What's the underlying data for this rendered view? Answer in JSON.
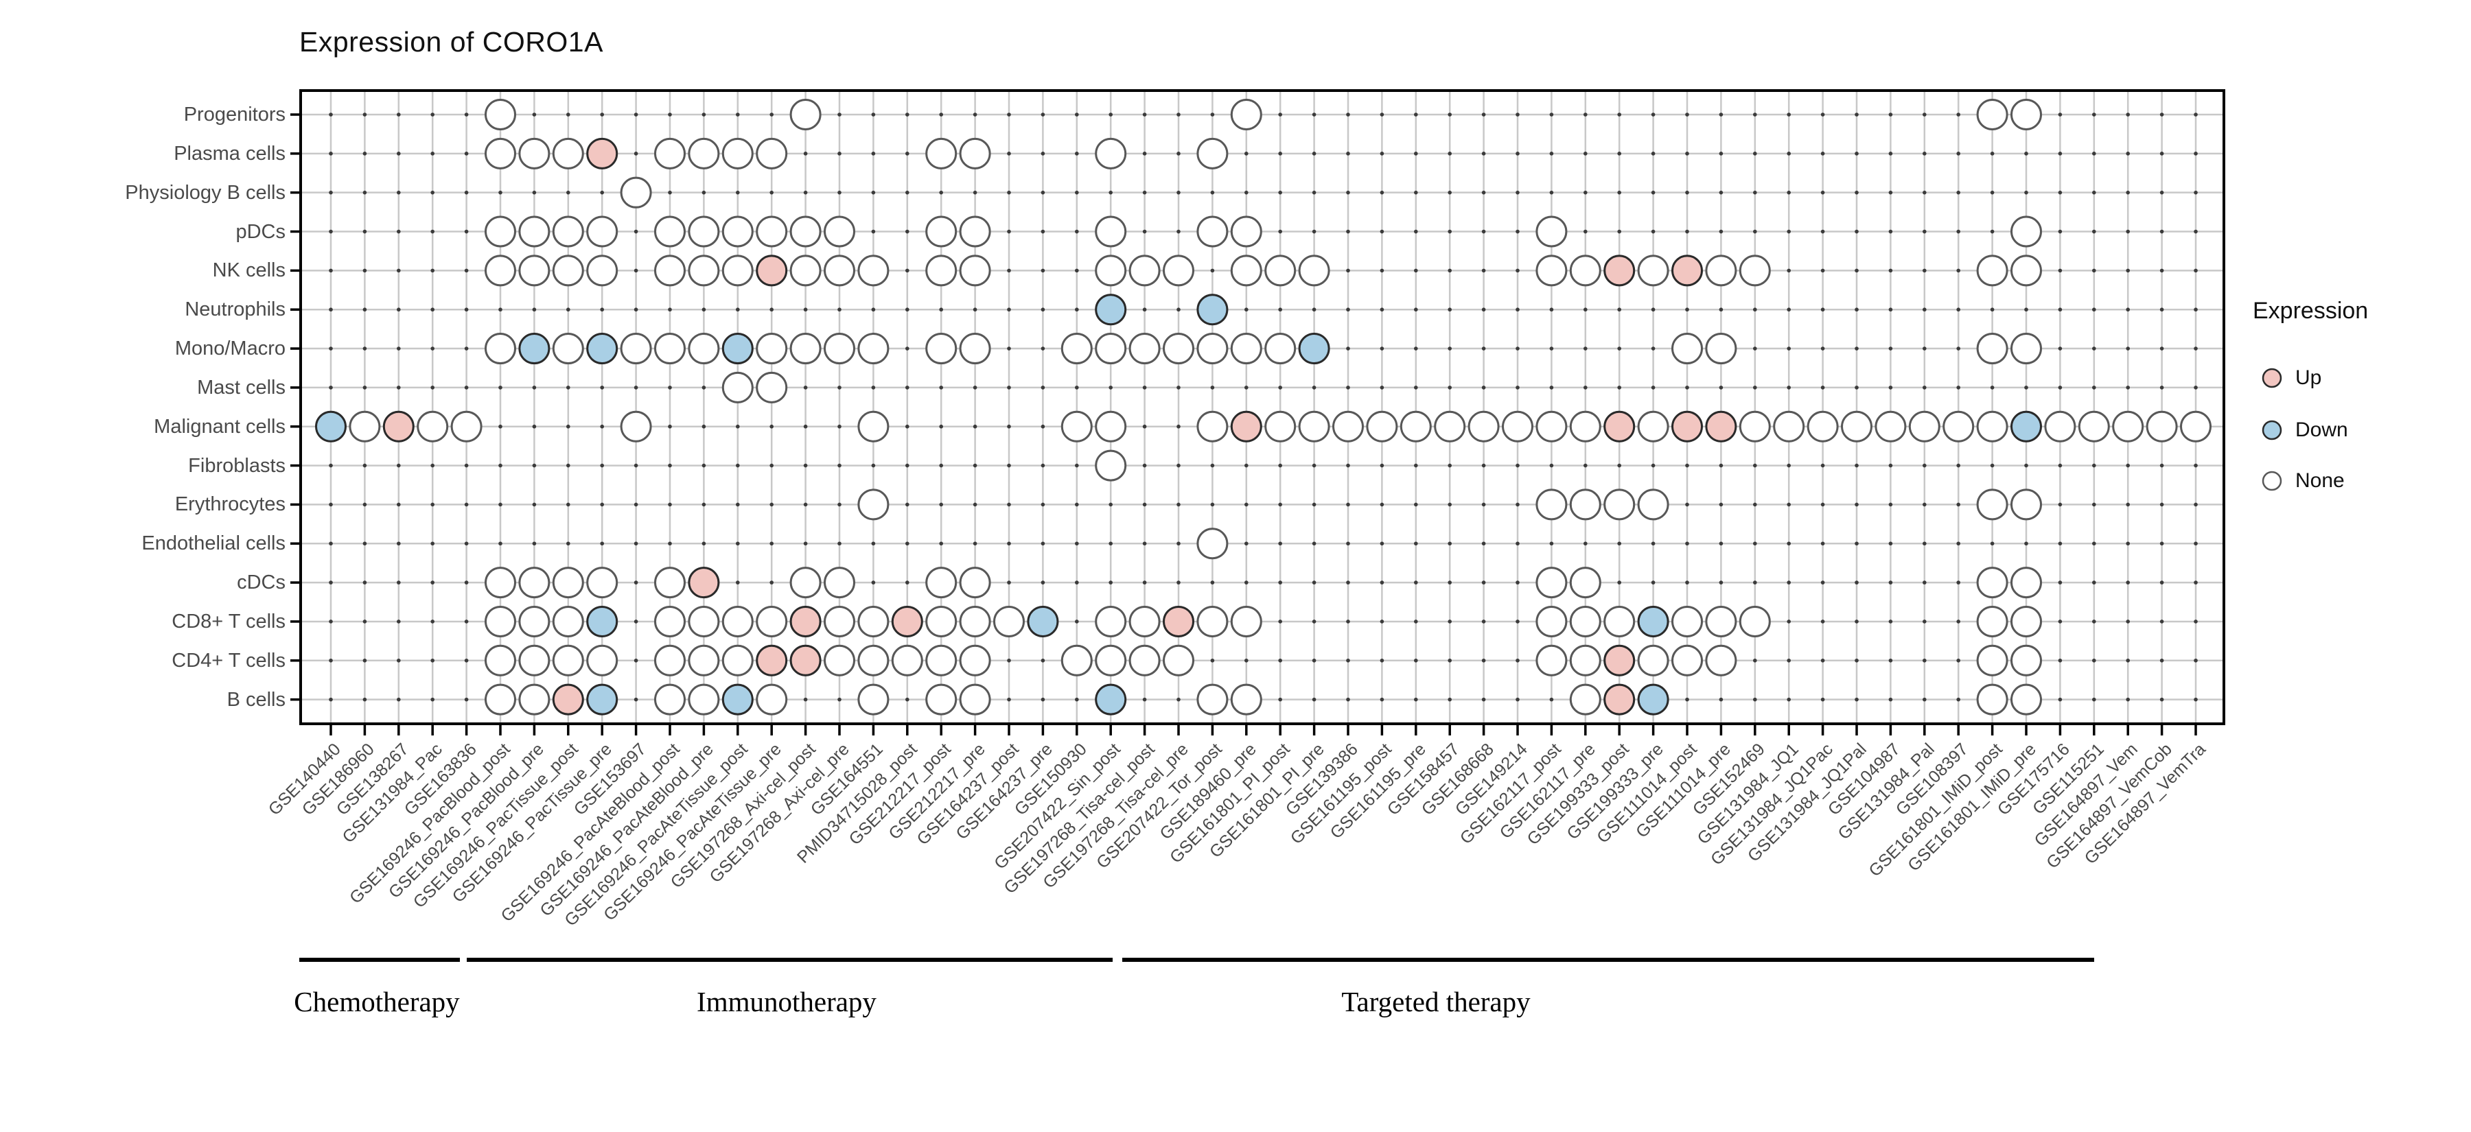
{
  "chart_data": {
    "type": "heatmap",
    "title": "Expression of CORO1A",
    "legend": {
      "title": "Expression",
      "items": [
        {
          "label": "Up",
          "color": "#F2C6C1"
        },
        {
          "label": "Down",
          "color": "#A9CFE5"
        },
        {
          "label": "None",
          "color": "#FFFFFF"
        }
      ]
    },
    "rows": [
      "Progenitors",
      "Plasma cells",
      "Physiology B cells",
      "pDCs",
      "NK cells",
      "Neutrophils",
      "Mono/Macro",
      "Mast cells",
      "Malignant cells",
      "Fibroblasts",
      "Erythrocytes",
      "Endothelial cells",
      "cDCs",
      "CD8+ T cells",
      "CD4+ T cells",
      "B cells"
    ],
    "cols": [
      "GSE140440",
      "GSE186960",
      "GSE138267",
      "GSE131984_Pac",
      "GSE163836",
      "GSE169246_PacBlood_post",
      "GSE169246_PacBlood_pre",
      "GSE169246_PacTissue_post",
      "GSE169246_PacTissue_pre",
      "GSE153697",
      "GSE169246_PacAteBlood_post",
      "GSE169246_PacAteBlood_pre",
      "GSE169246_PacAteTissue_post",
      "GSE169246_PacAteTissue_pre",
      "GSE197268_Axi-cel_post",
      "GSE197268_Axi-cel_pre",
      "GSE164551",
      "PMID34715028_post",
      "GSE212217_post",
      "GSE212217_pre",
      "GSE164237_post",
      "GSE164237_pre",
      "GSE150930",
      "GSE207422_Sin_post",
      "GSE197268_Tisa-cel_post",
      "GSE197268_Tisa-cel_pre",
      "GSE207422_Tor_post",
      "GSE189460_pre",
      "GSE161801_PI_post",
      "GSE161801_PI_pre",
      "GSE139386",
      "GSE161195_post",
      "GSE161195_pre",
      "GSE158457",
      "GSE168668",
      "GSE149214",
      "GSE162117_post",
      "GSE162117_pre",
      "GSE199333_post",
      "GSE199333_pre",
      "GSE111014_post",
      "GSE111014_pre",
      "GSE152469",
      "GSE131984_JQ1",
      "GSE131984_JQ1Pac",
      "GSE131984_JQ1Pal",
      "GSE104987",
      "GSE131984_Pal",
      "GSE108397",
      "GSE161801_IMiD_post",
      "GSE161801_IMiD_pre",
      "GSE175716",
      "GSE115251",
      "GSE164897_Vem",
      "GSE164897_VemCob",
      "GSE164897_VemTra"
    ],
    "cells": [
      {
        "row": "Progenitors",
        "open": [
          6,
          15,
          28,
          50,
          51
        ],
        "up": [],
        "down": []
      },
      {
        "row": "Plasma cells",
        "open": [
          6,
          7,
          8,
          11,
          12,
          13,
          14,
          19,
          20,
          24,
          27
        ],
        "up": [
          9
        ],
        "down": []
      },
      {
        "row": "Physiology B cells",
        "open": [
          10
        ],
        "up": [],
        "down": []
      },
      {
        "row": "pDCs",
        "open": [
          6,
          7,
          8,
          9,
          11,
          12,
          13,
          14,
          15,
          16,
          19,
          20,
          24,
          27,
          28,
          37,
          51
        ],
        "up": [],
        "down": []
      },
      {
        "row": "NK cells",
        "open": [
          6,
          7,
          8,
          9,
          11,
          12,
          13,
          15,
          16,
          17,
          19,
          20,
          24,
          25,
          26,
          28,
          29,
          30,
          37,
          38,
          40,
          42,
          43,
          50,
          51
        ],
        "up": [
          14,
          39,
          41
        ],
        "down": []
      },
      {
        "row": "Neutrophils",
        "open": [],
        "up": [],
        "down": [
          24,
          27
        ]
      },
      {
        "row": "Mono/Macro",
        "open": [
          6,
          8,
          10,
          11,
          12,
          14,
          15,
          16,
          17,
          19,
          20,
          23,
          24,
          25,
          26,
          27,
          28,
          29,
          41,
          42,
          50,
          51
        ],
        "up": [],
        "down": [
          7,
          9,
          13,
          30
        ]
      },
      {
        "row": "Mast cells",
        "open": [
          13,
          14
        ],
        "up": [],
        "down": []
      },
      {
        "row": "Malignant cells",
        "open": [
          2,
          4,
          5,
          10,
          17,
          23,
          24,
          27,
          29,
          30,
          31,
          32,
          33,
          34,
          35,
          36,
          37,
          38,
          40,
          43,
          44,
          45,
          46,
          47,
          48,
          49,
          50,
          52,
          53,
          54,
          55,
          56
        ],
        "up": [
          3,
          28,
          39,
          41,
          42
        ],
        "down": [
          1,
          51
        ]
      },
      {
        "row": "Fibroblasts",
        "open": [
          24
        ],
        "up": [],
        "down": []
      },
      {
        "row": "Erythrocytes",
        "open": [
          17,
          37,
          38,
          39,
          40,
          50,
          51
        ],
        "up": [],
        "down": []
      },
      {
        "row": "Endothelial cells",
        "open": [
          27
        ],
        "up": [],
        "down": []
      },
      {
        "row": "cDCs",
        "open": [
          6,
          7,
          8,
          9,
          11,
          15,
          16,
          19,
          20,
          37,
          38,
          50,
          51
        ],
        "up": [
          12
        ],
        "down": []
      },
      {
        "row": "CD8+ T cells",
        "open": [
          6,
          7,
          8,
          11,
          12,
          13,
          14,
          16,
          17,
          19,
          20,
          21,
          24,
          25,
          27,
          28,
          37,
          38,
          39,
          41,
          42,
          43,
          50,
          51
        ],
        "up": [
          15,
          18,
          26
        ],
        "down": [
          9,
          22,
          40
        ]
      },
      {
        "row": "CD4+ T cells",
        "open": [
          6,
          7,
          8,
          9,
          11,
          12,
          13,
          16,
          17,
          18,
          19,
          20,
          23,
          24,
          25,
          26,
          37,
          38,
          40,
          41,
          42,
          50,
          51
        ],
        "up": [
          14,
          15,
          39
        ],
        " down": [],
        "down": []
      },
      {
        "row": "B cells",
        "open": [
          6,
          7,
          11,
          12,
          14,
          17,
          19,
          20,
          27,
          28,
          38,
          50,
          51
        ],
        "up": [
          8,
          39
        ],
        "down": [
          9,
          13,
          24,
          40
        ]
      }
    ],
    "groups": [
      "Chemotherapy",
      "Immunotherapy",
      "Targeted therapy"
    ],
    "colors": {
      "up_fill": "#F2C6C1",
      "down_fill": "#A9CFE5",
      "open_stroke": "#585858",
      "marked_stroke": "#2a2a2a",
      "grid": "#C8C8C8",
      "grid_dot": "#3b3b3b",
      "axis": "#000000",
      "label": "#4a4a4a"
    }
  }
}
